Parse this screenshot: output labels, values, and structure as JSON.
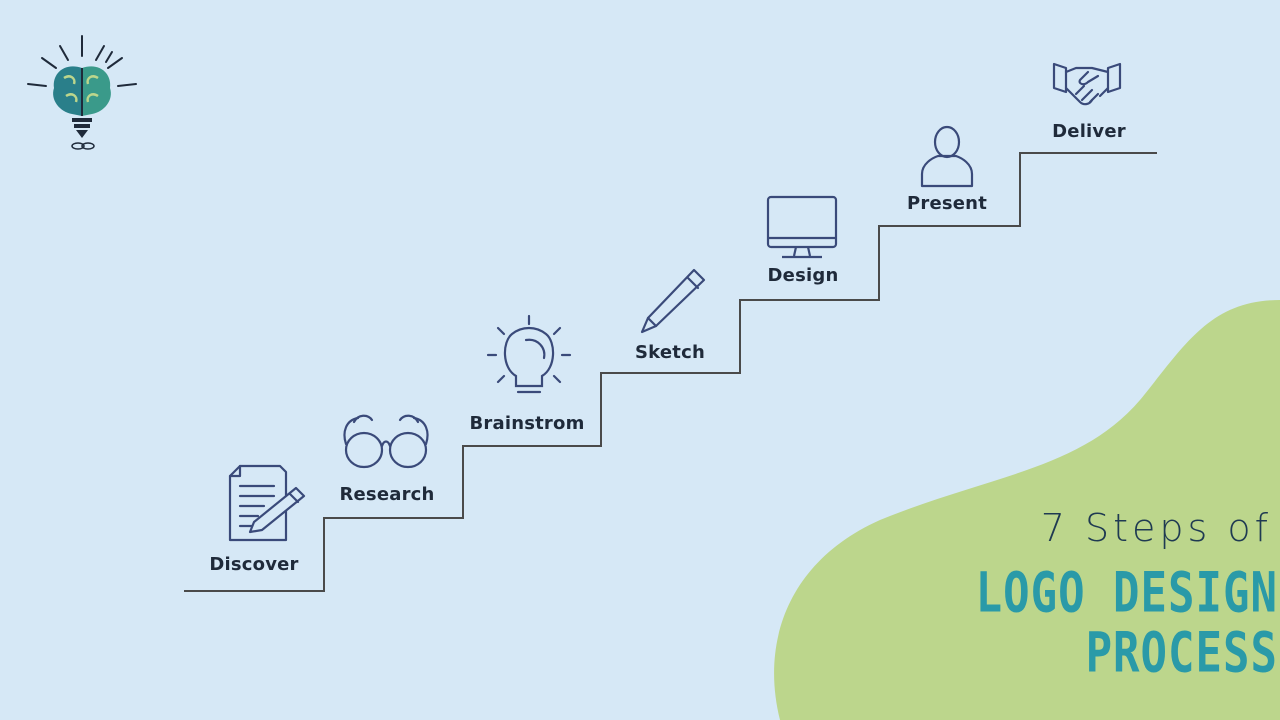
{
  "title": {
    "line1": "7 Steps of",
    "line2": "LOGO DESIGN",
    "line3": "PROCESS"
  },
  "steps": [
    {
      "label": "Discover",
      "icon": "document-pencil-icon"
    },
    {
      "label": "Research",
      "icon": "glasses-icon"
    },
    {
      "label": "Brainstrom",
      "icon": "lightbulb-icon"
    },
    {
      "label": "Sketch",
      "icon": "pencil-icon"
    },
    {
      "label": "Design",
      "icon": "monitor-icon"
    },
    {
      "label": "Present",
      "icon": "person-icon"
    },
    {
      "label": "Deliver",
      "icon": "handshake-icon"
    }
  ],
  "logo": {
    "icon": "brain-lightbulb-icon"
  },
  "colors": {
    "background": "#d6e8f6",
    "blob": "#bcd68c",
    "icon_stroke": "#3a4a7a",
    "stairs": "#4a4a4a",
    "title_dark": "#1f3a52",
    "title_accent": "#2a9aa8"
  }
}
